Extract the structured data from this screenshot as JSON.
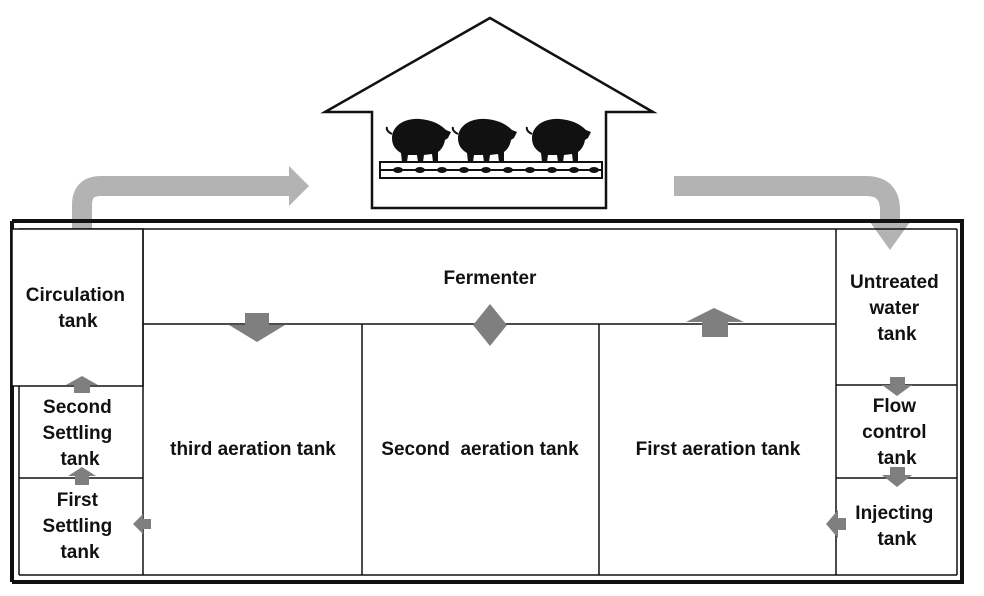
{
  "colors": {
    "outline": "#111111",
    "flow_arrow": "#7f7f7f",
    "big_arrow": "#b3b3b3",
    "background": "#ffffff"
  },
  "diagram": {
    "barn_icon": "pig-barn-icon",
    "tanks": {
      "fermenter": [
        "Fermenter"
      ],
      "circulation": [
        "Circulation",
        "tank"
      ],
      "second_settling": [
        "Second",
        "Settling",
        "tank"
      ],
      "first_settling": [
        "First",
        "Settling",
        "tank"
      ],
      "third_aeration": [
        "third aeration tank"
      ],
      "second_aeration": [
        "Second  aeration tank"
      ],
      "first_aeration": [
        "First aeration tank"
      ],
      "untreated_water": [
        "Untreated",
        "water",
        "tank"
      ],
      "flow_control": [
        "Flow",
        "control",
        "tank"
      ],
      "injecting": [
        "Injecting",
        "tank"
      ]
    }
  }
}
